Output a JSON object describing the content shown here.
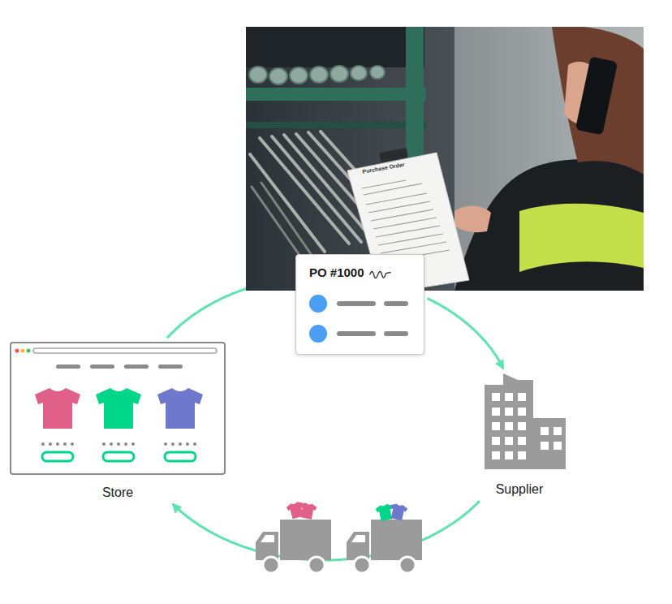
{
  "diagram": {
    "nodes": [
      {
        "text": [
          "PO #1000"
        ]
      },
      {
        "text": [
          "Supplier"
        ]
      },
      {
        "text": [
          "Store"
        ]
      }
    ],
    "edges": [
      {
        "from": 0,
        "to": 1,
        "arrow": "to"
      },
      {
        "from": 1,
        "to": 2,
        "arrow": "to"
      },
      {
        "from": 2,
        "to": 0,
        "arrow": "to"
      }
    ],
    "labels": [
      "Purchase Order"
    ]
  }
}
